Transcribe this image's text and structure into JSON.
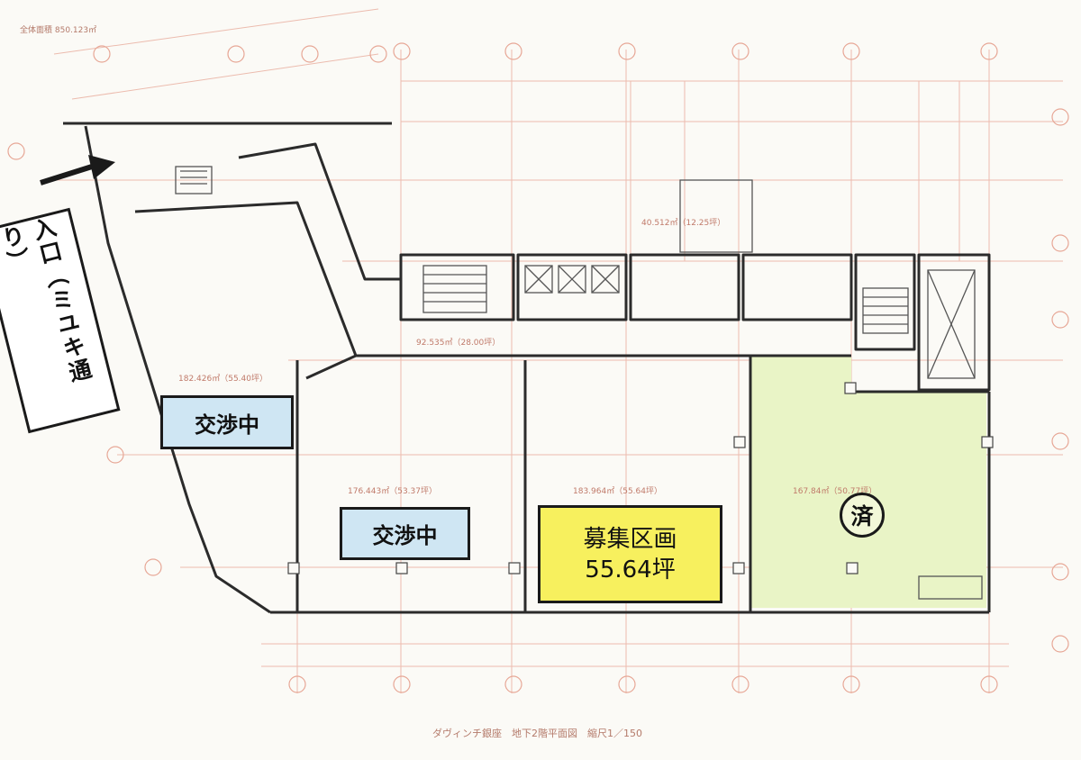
{
  "header": {
    "total_area": "全体面積 850.123㎡"
  },
  "entrance": {
    "label": "入口（ミユキ通り）"
  },
  "units": {
    "left_label": "交渉中",
    "center_label": "交渉中",
    "recruit": {
      "title": "募集区画",
      "area": "55.64坪"
    },
    "done": {
      "label": "済"
    }
  },
  "plan_text": {
    "area_top": "40.512㎡（12.25坪）",
    "area_corridor": "92.535㎡（28.00坪）",
    "area_left": "182.426㎡（55.40坪）",
    "area_mid": "176.443㎡（53.37坪）",
    "area_recruit": "183.964㎡（55.64坪）",
    "area_right": "167.84㎡（50.77坪）"
  },
  "footer": {
    "caption": "ダヴィンチ銀座　地下2階平面図　縮尺1／150"
  },
  "colors": {
    "wall": "#2b2b2b",
    "grid": "#e4a08e",
    "done_fill": "#e9f4c6",
    "recruit_fill": "#f7f05e",
    "label_fill": "#cfe6f3"
  }
}
